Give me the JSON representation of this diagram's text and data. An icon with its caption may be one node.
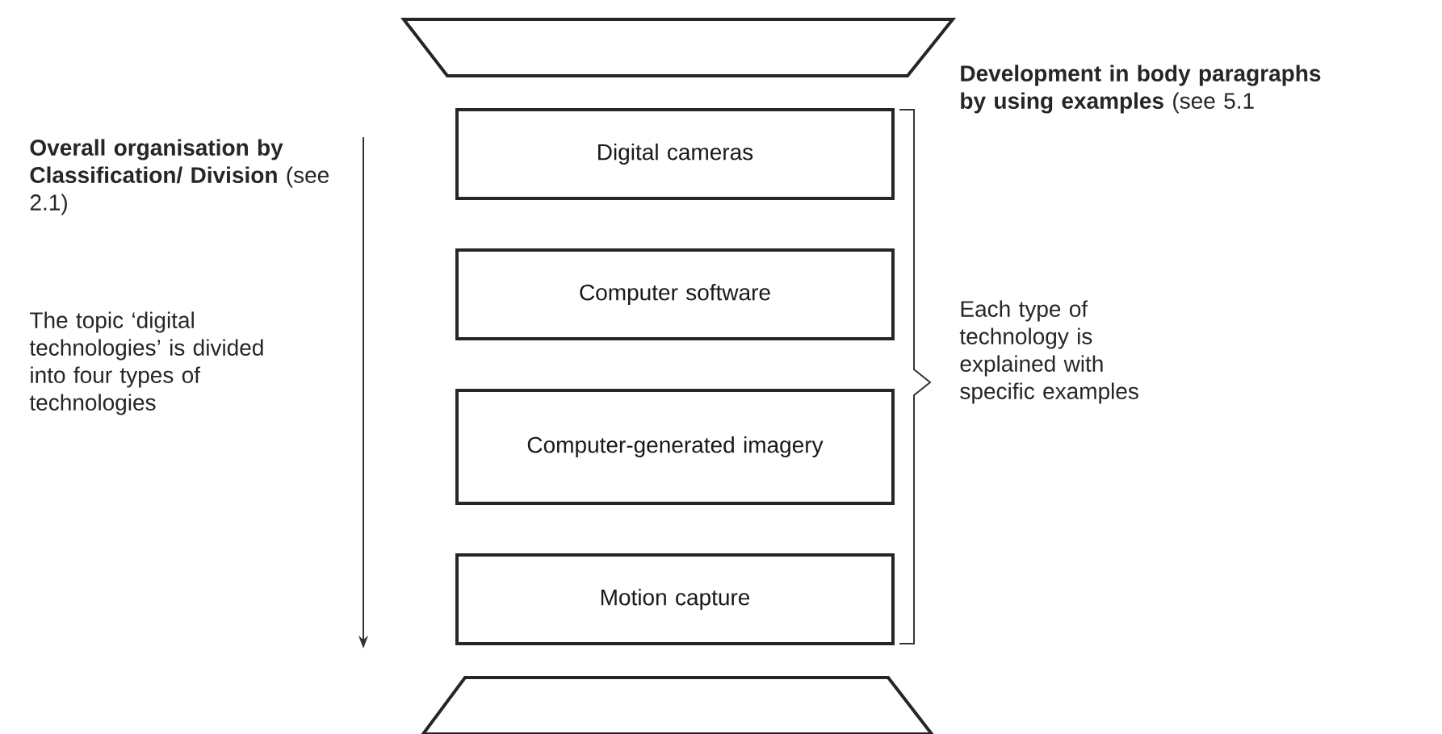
{
  "diagram": {
    "nodes": [
      {
        "text": [],
        "shape": "trapezoid"
      },
      {
        "text": [
          "Digital cameras"
        ]
      },
      {
        "text": [
          "Computer software"
        ]
      },
      {
        "text": [
          "Computer-generated imagery"
        ]
      },
      {
        "text": [
          "Motion capture"
        ]
      },
      {
        "text": [],
        "shape": "trapezoid"
      }
    ],
    "labels": [
      "**Overall organisation by Classification/ Division** (see 2.1)",
      "The topic ‘digital technologies’ is divided into four types of technologies",
      "**Development in body paragraphs by using examples** (see 5.1",
      "Each type of technology is explained with specific examples"
    ]
  }
}
